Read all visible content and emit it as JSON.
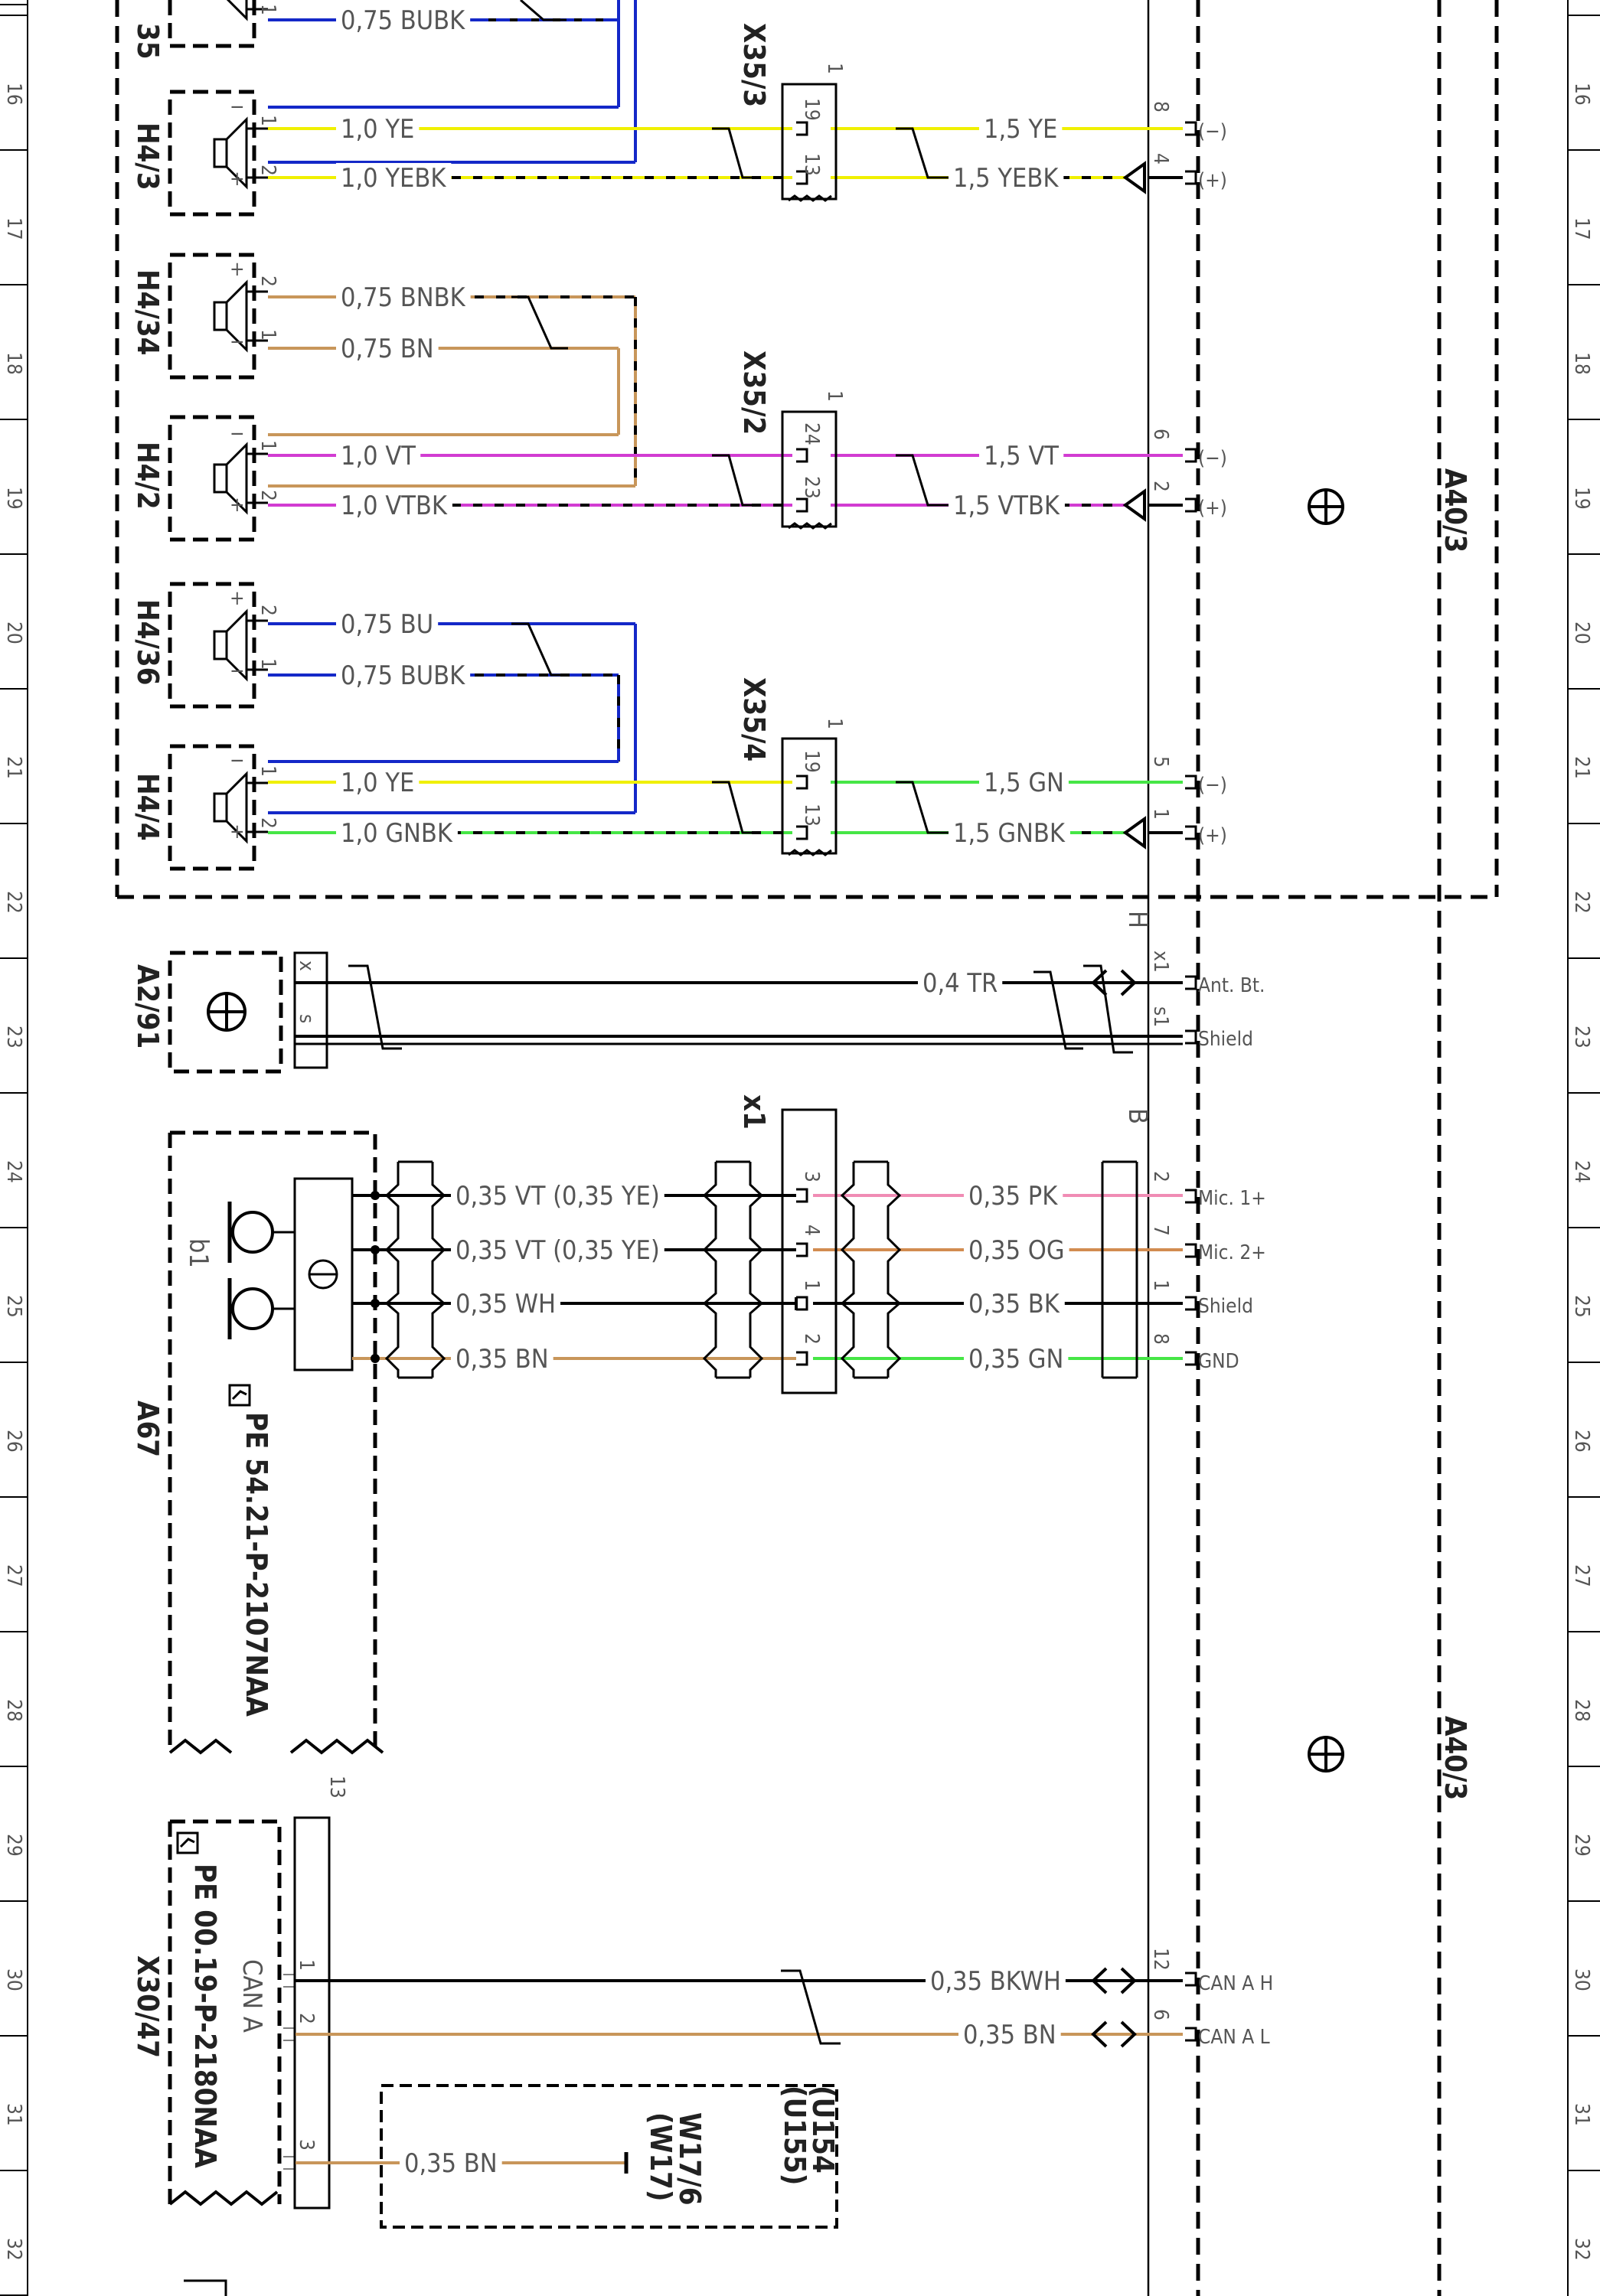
{
  "colors": {
    "YE": "#f0f000",
    "BU": "#1428c8",
    "BN": "#c8965a",
    "VT": "#d23cd2",
    "GN": "#46e646",
    "PK": "#f08cb4",
    "OG": "#d28c50",
    "BK": "#000000",
    "frame": "#000000"
  },
  "zones": [
    "16",
    "17",
    "18",
    "19",
    "20",
    "21",
    "22",
    "23",
    "24",
    "25",
    "26",
    "27",
    "28",
    "29",
    "30",
    "31",
    "32"
  ],
  "components": {
    "h4_35": "35",
    "h4_3": "H4/3",
    "h4_34": "H4/34",
    "h4_2": "H4/2",
    "h4_36": "H4/36",
    "h4_4": "H4/4",
    "x35_3": "X35/3",
    "x35_2": "X35/2",
    "x35_4": "X35/4",
    "a40_3_top": "A40/3",
    "a40_3_bottom": "A40/3",
    "a2_91": "A2/91",
    "x1": "x1",
    "a67": "A67",
    "b1": "b1",
    "x30_47": "X30/47",
    "can_a": "CAN A",
    "u154": "(U154",
    "u155": "(U155)",
    "w17_6": "W17/6",
    "w17": "(W17)"
  },
  "references": {
    "pe_a67": "PE 54.21-P-2107NAA",
    "pe_x30": "PE 00.19-P-2180NAA"
  },
  "wire_labels": {
    "w_bubk_top": "0,75 BUBK",
    "w_h43_ye": "1,0 YE",
    "w_h43_yebk": "1,0 YEBK",
    "w_x353_ye": "1,5 YE",
    "w_x353_yebk": "1,5 YEBK",
    "w_h434_bnbk": "0,75 BNBK",
    "w_h434_bn": "0,75 BN",
    "w_h42_vt": "1,0 VT",
    "w_h42_vtbk": "1,0 VTBK",
    "w_x352_vt": "1,5 VT",
    "w_x352_vtbk": "1,5 VTBK",
    "w_h436_bu": "0,75 BU",
    "w_h436_bubk": "0,75 BUBK",
    "w_h44_ye": "1,0 YE",
    "w_h44_gnbk": "1,0 GNBK",
    "w_x354_gn": "1,5 GN",
    "w_x354_gnbk": "1,5 GNBK",
    "w_ant": "0,4 TR",
    "w_mic1_in": "0,35 VT (0,35 YE)",
    "w_mic2_in": "0,35 VT (0,35 YE)",
    "w_shield_in": "0,35 WH",
    "w_gnd_in": "0,35 BN",
    "w_pk": "0,35 PK",
    "w_og": "0,35 OG",
    "w_bk": "0,35 BK",
    "w_gn": "0,35 GN",
    "w_canh": "0,35 BKWH",
    "w_canl": "0,35 BN",
    "w_w17": "0,35 BN"
  },
  "pins": {
    "p_h435_1": "1",
    "p_h43_1": "1",
    "p_h43_2": "2",
    "p_h434_2": "2",
    "p_h434_1": "1",
    "p_h42_1": "1",
    "p_h42_2": "2",
    "p_h436_2": "2",
    "p_h436_1": "1",
    "p_h44_1": "1",
    "p_h44_2": "2",
    "p_x353_19": "19",
    "p_x353_13": "13",
    "p_x352_24": "24",
    "p_x352_23": "23",
    "p_x354_19": "19",
    "p_x354_13": "13",
    "p_x353_top": "1",
    "p_x352_top": "1",
    "p_x354_top": "1",
    "p_a40_8": "8",
    "p_a40_4": "4",
    "p_a40_6": "6",
    "p_a40_2": "2",
    "p_a40_5": "5",
    "p_a40_1": "1",
    "p_a291_x": "x",
    "p_a291_s": "s",
    "p_h_x1": "x1",
    "p_h_s1": "s1",
    "p_x1_3": "3",
    "p_x1_4": "4",
    "p_x1_1": "1",
    "p_x1_2": "2",
    "p_b_2": "2",
    "p_b_7": "7",
    "p_b_1": "1",
    "p_b_8": "8",
    "p_x3047_1": "1",
    "p_x3047_2": "2",
    "p_x3047_3": "3",
    "p_a40_12": "12",
    "p_a40_6b": "6",
    "p_13": "13",
    "plus1": "+",
    "minus1": "−",
    "plus2": "+",
    "minus2": "−",
    "plus3": "+",
    "minus3": "−",
    "plus4": "+",
    "minus4": "−",
    "plus5": "+",
    "minus5": "−",
    "plus6": "+",
    "minus6": "−"
  },
  "connector_letters": {
    "H": "H",
    "B": "B"
  },
  "signals": {
    "s_m1": "(−)",
    "s_p1": "(+)",
    "s_m2": "(−)",
    "s_p2": "(+)",
    "s_m3": "(−)",
    "s_p3": "(+)",
    "ant": "Ant. Bt.",
    "shield_ant": "Shield",
    "mic1": "Mic. 1+",
    "mic2": "Mic. 2+",
    "shield_mic": "Shield",
    "gnd": "GND",
    "cana_h": "CAN A H",
    "cana_l": "CAN A L"
  }
}
